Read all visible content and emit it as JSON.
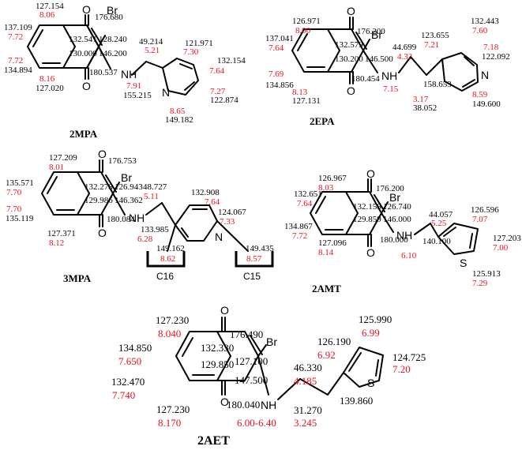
{
  "molecules": [
    {
      "id": "2MPA",
      "name": "2MPA",
      "atoms": {
        "o_top": "O",
        "br": "Br",
        "nh": "NH",
        "o_bot": "O",
        "n_ring": "N"
      },
      "c13": [
        "127.154",
        "137.109",
        "176.680",
        "132.541",
        "128.240",
        "130.000",
        "146.200",
        "134.894",
        "180.537",
        "127.020",
        "49.214",
        "121.971",
        "132.154",
        "155.215",
        "122.874",
        "149.182"
      ],
      "h1": [
        "8.06",
        "7.72",
        "7.72",
        "8.16",
        "5.21",
        "7.30",
        "7.64",
        "7.91",
        "7.27",
        "8.65"
      ]
    },
    {
      "id": "2EPA",
      "name": "2EPA",
      "atoms": {
        "o_top": "O",
        "br": "Br",
        "nh": "NH",
        "o_bot": "O",
        "n_ring": "N"
      },
      "c13": [
        "126.971",
        "137.041",
        "176.200",
        "132.579",
        "130.200",
        "146.500",
        "134.856",
        "180.454",
        "127.131",
        "44.699",
        "123.655",
        "132.443",
        "122.092",
        "149.600",
        "158.653",
        "38.052"
      ],
      "h1": [
        "8.00",
        "7.64",
        "7.69",
        "8.13",
        "4.32",
        "7.21",
        "7.60",
        "7.18",
        "8.59",
        "7.15",
        "3.17"
      ]
    },
    {
      "id": "3MPA",
      "name": "3MPA",
      "atoms": {
        "o_top": "O",
        "br": "Br",
        "nh": "NH",
        "o_bot": "O",
        "n_ring": "N",
        "c16": "C16",
        "c15": "C15"
      },
      "c13": [
        "127.209",
        "135.571",
        "176.753",
        "132.278",
        "126.943",
        "129.986",
        "146.362",
        "135.119",
        "180.084",
        "127.371",
        "48.727",
        "132.908",
        "124.067",
        "133.985",
        "149.162",
        "149.435"
      ],
      "h1": [
        "8.01",
        "7.70",
        "7.70",
        "8.12",
        "5.11",
        "7.64",
        "7.33",
        "6.28",
        "8.62",
        "8.57"
      ]
    },
    {
      "id": "2AMT",
      "name": "2AMT",
      "atoms": {
        "o_top": "O",
        "br": "Br",
        "nh": "NH",
        "o_bot": "O",
        "s_ring": "S"
      },
      "c13": [
        "126.967",
        "132.651",
        "176.200",
        "132.158",
        "126.740",
        "129.859",
        "146.000",
        "134.867",
        "180.000",
        "127.096",
        "44.057",
        "126.596",
        "127.203",
        "140.100",
        "125.913"
      ],
      "h1": [
        "8.03",
        "7.64",
        "7.72",
        "8.14",
        "5.25",
        "7.07",
        "7.00",
        "6.10",
        "7.29"
      ]
    },
    {
      "id": "2AET",
      "name": "2AET",
      "atoms": {
        "o_top": "O",
        "br": "Br",
        "nh": "NH",
        "o_bot": "O",
        "s_ring": "S"
      },
      "c13": [
        "127.230",
        "176.490",
        "134.850",
        "132.330",
        "127.100",
        "129.850",
        "147.500",
        "132.470",
        "127.230",
        "180.040",
        "46.330",
        "126.190",
        "125.990",
        "124.725",
        "139.860",
        "31.270"
      ],
      "h1": [
        "8.040",
        "7.650",
        "7.740",
        "8.170",
        "4.185",
        "6.92",
        "6.99",
        "7.20",
        "6.00-6.40",
        "3.245"
      ]
    }
  ],
  "colors": {
    "bond": "#000000",
    "c13_text": "#000000",
    "h1_text": "#e8111d"
  }
}
